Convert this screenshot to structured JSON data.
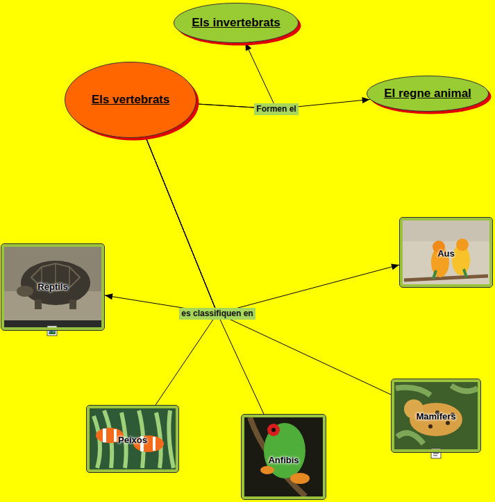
{
  "diagram": {
    "nodes": [
      {
        "text": [
          "Els invertebrats"
        ]
      },
      {
        "text": [
          "Els vertebrats"
        ]
      },
      {
        "text": [
          "El regne animal"
        ]
      },
      {
        "text": [
          "Rèptils"
        ]
      },
      {
        "text": [
          "Aus"
        ]
      },
      {
        "text": [
          "Peixos"
        ]
      },
      {
        "text": [
          "Anfibis"
        ]
      },
      {
        "text": [
          "Mamífers"
        ]
      }
    ],
    "edges": [
      {
        "from": 1,
        "to": 0,
        "arrow": "to"
      },
      {
        "from": 1,
        "to": 2,
        "label": "Formen el",
        "arrow": "to"
      },
      {
        "from": 1,
        "to": 3,
        "label": "es classifiquen en",
        "arrow": "to"
      },
      {
        "from": 1,
        "to": 4,
        "arrow": "to"
      },
      {
        "from": 1,
        "to": 5,
        "arrow": "none"
      },
      {
        "from": 1,
        "to": 6,
        "arrow": "none"
      },
      {
        "from": 1,
        "to": 7,
        "arrow": "none"
      }
    ]
  }
}
